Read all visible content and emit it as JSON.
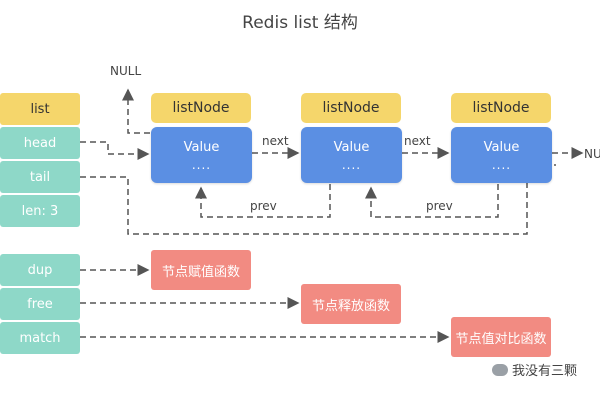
{
  "title": "Redis list 结构",
  "list": {
    "header": "list",
    "fields": [
      "head",
      "tail",
      "len: 3",
      "dup",
      "free",
      "match"
    ]
  },
  "nodes": [
    {
      "header": "listNode",
      "value_label": "Value",
      "dots": "...."
    },
    {
      "header": "listNode",
      "value_label": "Value",
      "dots": "...."
    },
    {
      "header": "listNode",
      "value_label": "Value",
      "dots": "...."
    }
  ],
  "labels": {
    "null_top": "NULL",
    "null_right": "NUL",
    "next": "next",
    "prev": "prev"
  },
  "functions": [
    "节点赋值函数",
    "节点释放函数",
    "节点值对比函数"
  ],
  "watermark": "我没有三颗"
}
